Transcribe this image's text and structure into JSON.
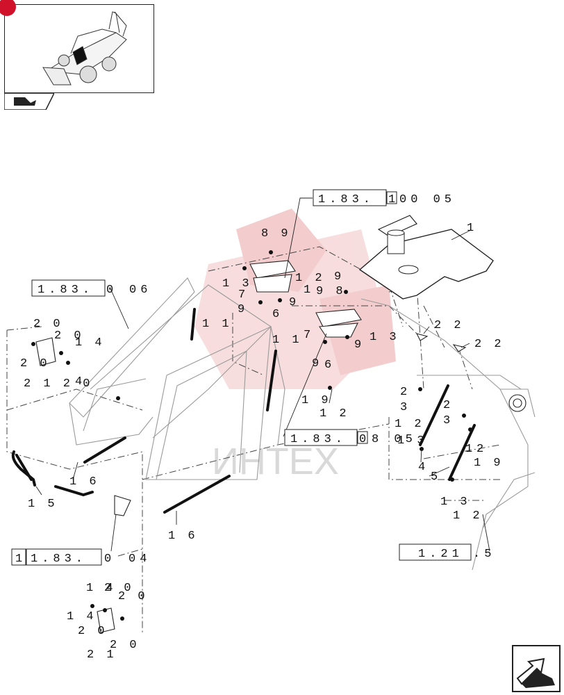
{
  "refs": {
    "r1": "1.83.",
    "r1b": "1",
    "r1c": "00 05",
    "r2": "1.83.",
    "r2b": "0",
    "r2c": "06",
    "r3": "1.83.",
    "r3b": "0",
    "r3c": "8 05",
    "r4": "1.21",
    "r4c": ".5",
    "r5a": "1",
    "r5": "1.83.",
    "r5b": "0",
    "r5c": "04"
  },
  "labels": {
    "n1": "1",
    "n89": "8 9",
    "n13a": "1 3",
    "n7a": "7",
    "n12a": "1 2",
    "n9a": "9",
    "n9b": "9",
    "n6a": "6",
    "n1a": "1",
    "n98": "9 8",
    "n9c": "9",
    "n7b": "7",
    "n13b": "1 3",
    "n9d": "9",
    "n6b": "6",
    "n11a": "1 1",
    "n11b": "1 1",
    "n22a": "2 2",
    "n22b": "2 2",
    "n20a": "2 0",
    "n20b": "2 0",
    "n14a": "1 4",
    "n20c": "2 0",
    "n2112": "2 1 2 0",
    "n4a": "4",
    "n19a": "1 9",
    "n12b": "1 2",
    "n2a": "2",
    "n3a": "3",
    "n12c": "1 2",
    "n13c": "1 3",
    "n2b": "2",
    "n3b": "3",
    "n4b": "4",
    "n5": "5",
    "n1b": "1",
    "n2c": "2",
    "n19b": "1 9",
    "n13d": "1 3",
    "n12d": "1 2",
    "n16a": "1 6",
    "n15": "1 5",
    "n16b": "1 6",
    "n14b": "1 4",
    "n20d": "2 0",
    "n20e": "2 0",
    "n14c": "1 4",
    "n20f": "2 0",
    "n21": "2 1",
    "n20g": "2 0"
  },
  "watermark": "ИНТЕХ",
  "colors": {
    "stamp": "#e8a0a0",
    "accent": "#d0122b"
  },
  "icons": {
    "thumb_tab": "page-flip-icon",
    "nav": "next-page-arrow-icon"
  }
}
